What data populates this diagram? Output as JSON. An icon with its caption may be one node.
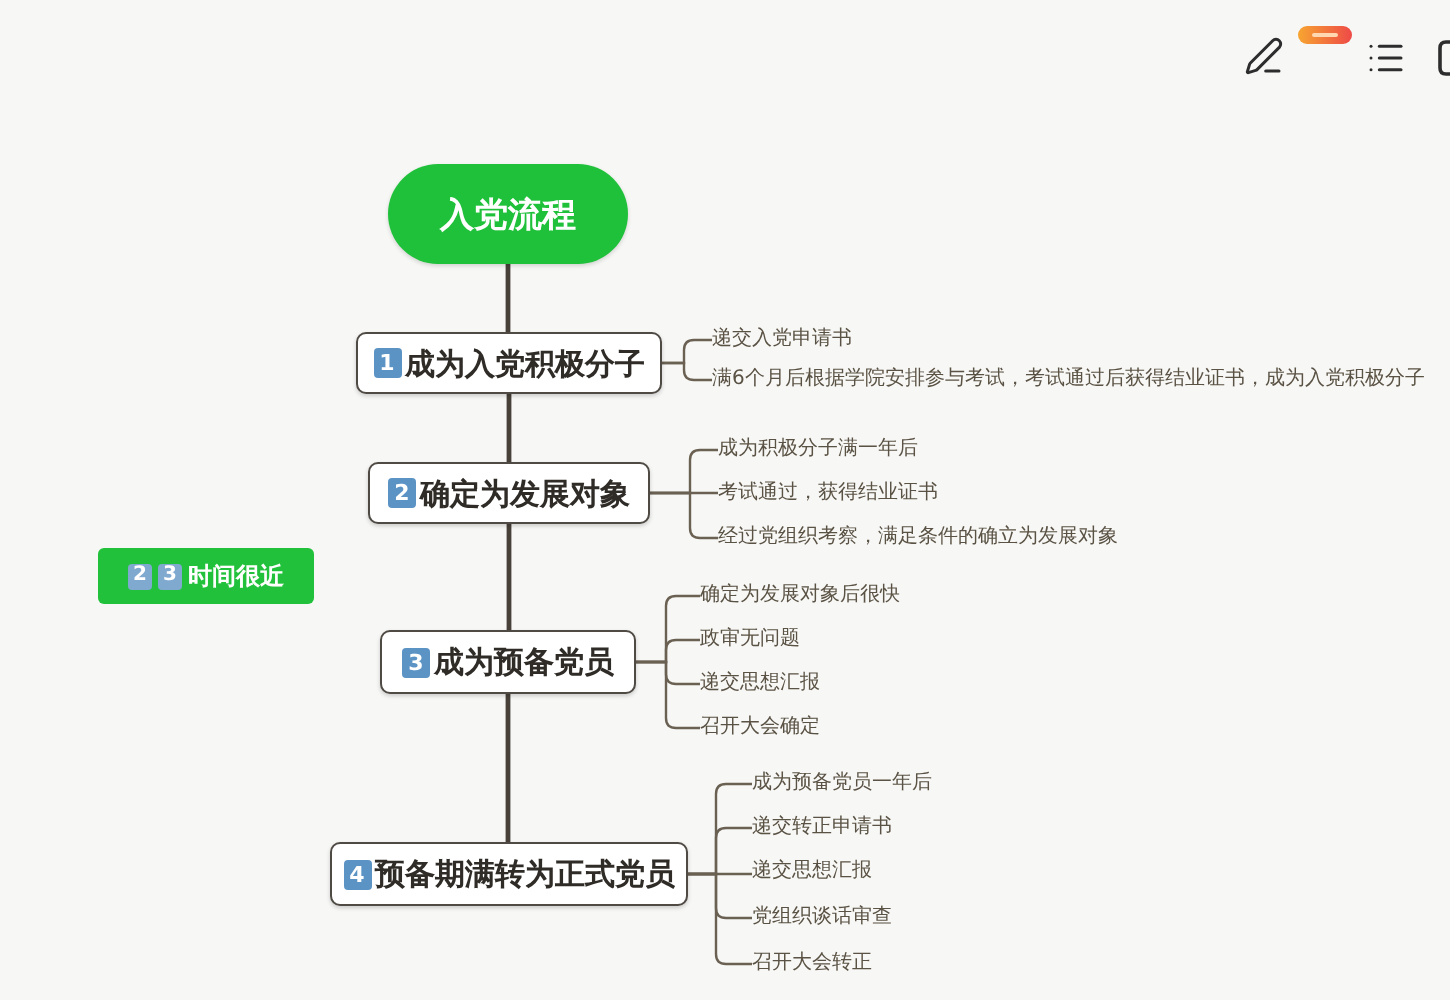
{
  "diagram": {
    "nodes": [
      {
        "text": [
          "入党流程"
        ]
      },
      {
        "text": [
          "1",
          "成为入党积极分子"
        ]
      },
      {
        "text": [
          "递交入党申请书"
        ]
      },
      {
        "text": [
          "满6个月后根据学院安排参与考试，考试通过后获得结业证书，成为入党积极分子"
        ]
      },
      {
        "text": [
          "2",
          "确定为发展对象"
        ]
      },
      {
        "text": [
          "成为积极分子满一年后"
        ]
      },
      {
        "text": [
          "考试通过，获得结业证书"
        ]
      },
      {
        "text": [
          "经过党组织考察，满足条件的确立为发展对象"
        ]
      },
      {
        "text": [
          "2",
          "3",
          "时间很近"
        ]
      },
      {
        "text": [
          "3",
          "成为预备党员"
        ]
      },
      {
        "text": [
          "确定为发展对象后很快"
        ]
      },
      {
        "text": [
          "政审无问题"
        ]
      },
      {
        "text": [
          "递交思想汇报"
        ]
      },
      {
        "text": [
          "召开大会确定"
        ]
      },
      {
        "text": [
          "4",
          "预备期满转为正式党员"
        ]
      },
      {
        "text": [
          "成为预备党员一年后"
        ]
      },
      {
        "text": [
          "递交转正申请书"
        ]
      },
      {
        "text": [
          "递交思想汇报"
        ]
      },
      {
        "text": [
          "党组织谈话审查"
        ]
      },
      {
        "text": [
          "召开大会转正"
        ]
      }
    ],
    "edges": [
      {
        "from": 0,
        "to": 1,
        "arrow": "none"
      },
      {
        "from": 1,
        "to": 4,
        "arrow": "none"
      },
      {
        "from": 4,
        "to": 9,
        "arrow": "none"
      },
      {
        "from": 9,
        "to": 14,
        "arrow": "none"
      },
      {
        "from": 1,
        "to": 2,
        "arrow": "none"
      },
      {
        "from": 1,
        "to": 3,
        "arrow": "none"
      },
      {
        "from": 4,
        "to": 5,
        "arrow": "none"
      },
      {
        "from": 4,
        "to": 6,
        "arrow": "none"
      },
      {
        "from": 4,
        "to": 7,
        "arrow": "none"
      },
      {
        "from": 9,
        "to": 10,
        "arrow": "none"
      },
      {
        "from": 9,
        "to": 11,
        "arrow": "none"
      },
      {
        "from": 9,
        "to": 12,
        "arrow": "none"
      },
      {
        "from": 9,
        "to": 13,
        "arrow": "none"
      },
      {
        "from": 14,
        "to": 15,
        "arrow": "none"
      },
      {
        "from": 14,
        "to": 16,
        "arrow": "none"
      },
      {
        "from": 14,
        "to": 17,
        "arrow": "none"
      },
      {
        "from": 14,
        "to": 18,
        "arrow": "none"
      },
      {
        "from": 14,
        "to": 19,
        "arrow": "none"
      }
    ]
  }
}
